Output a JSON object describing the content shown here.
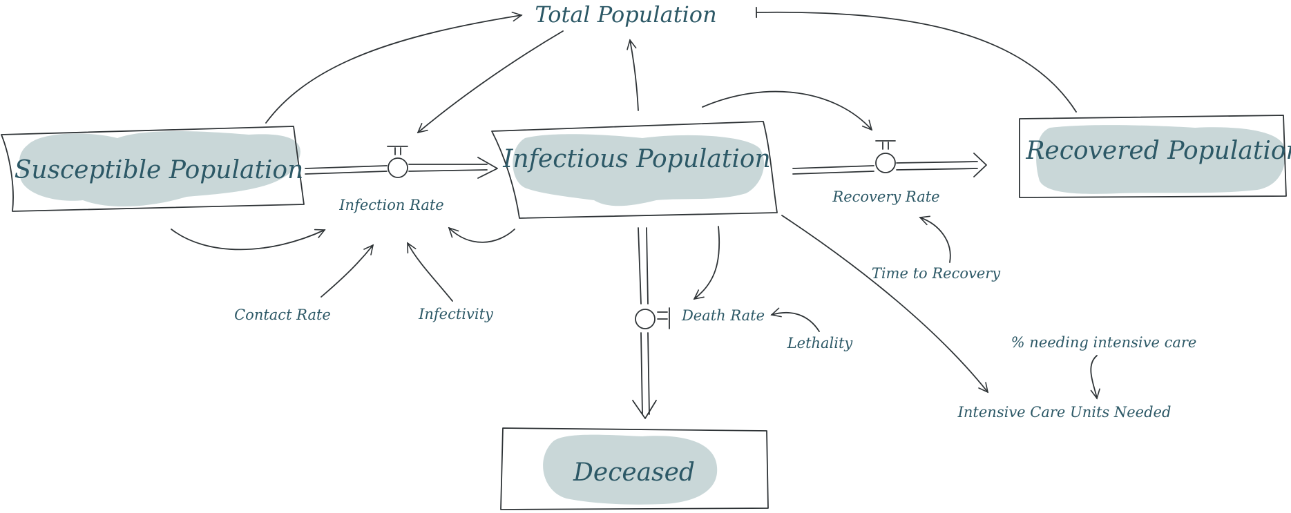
{
  "title": "Total Population",
  "stocks": {
    "susceptible": "Susceptible Population",
    "infectious": "Infectious Population",
    "recovered": "Recovered Population",
    "deceased": "Deceased"
  },
  "flows": {
    "infection": "Infection Rate",
    "recovery": "Recovery Rate",
    "death": "Death Rate"
  },
  "auxiliaries": {
    "contact_rate": "Contact Rate",
    "infectivity": "Infectivity",
    "time_to_recovery": "Time to Recovery",
    "lethality": "Lethality",
    "pct_intensive_care": "% needing intensive care",
    "icu_needed": "Intensive Care Units Needed"
  },
  "colors": {
    "ink": "#2e3336",
    "label": "#2c5866",
    "highlight": "#c9d7d8"
  }
}
